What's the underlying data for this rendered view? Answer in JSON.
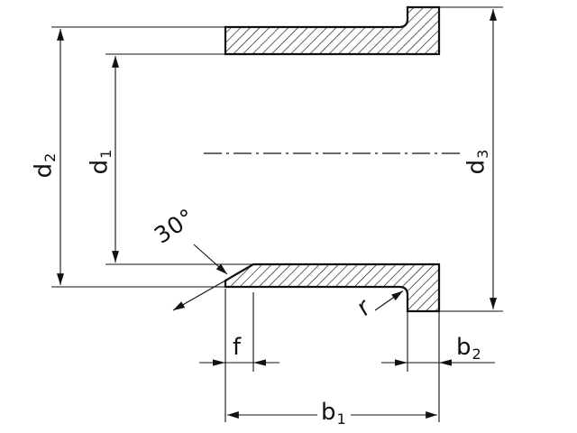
{
  "meta": {
    "title": "Flanged bushing section drawing",
    "background_color": "#ffffff",
    "line_color": "#111111",
    "figure_type": "technical-drawing"
  },
  "labels": {
    "d1": {
      "base": "d",
      "sub": "1"
    },
    "d2": {
      "base": "d",
      "sub": "2"
    },
    "d3": {
      "base": "d",
      "sub": "3"
    },
    "b1": {
      "base": "b",
      "sub": "1"
    },
    "b2": {
      "base": "b",
      "sub": "2"
    },
    "f": {
      "text": "f"
    },
    "r": {
      "text": "r"
    },
    "chamfer_angle": {
      "text": "30°"
    }
  }
}
